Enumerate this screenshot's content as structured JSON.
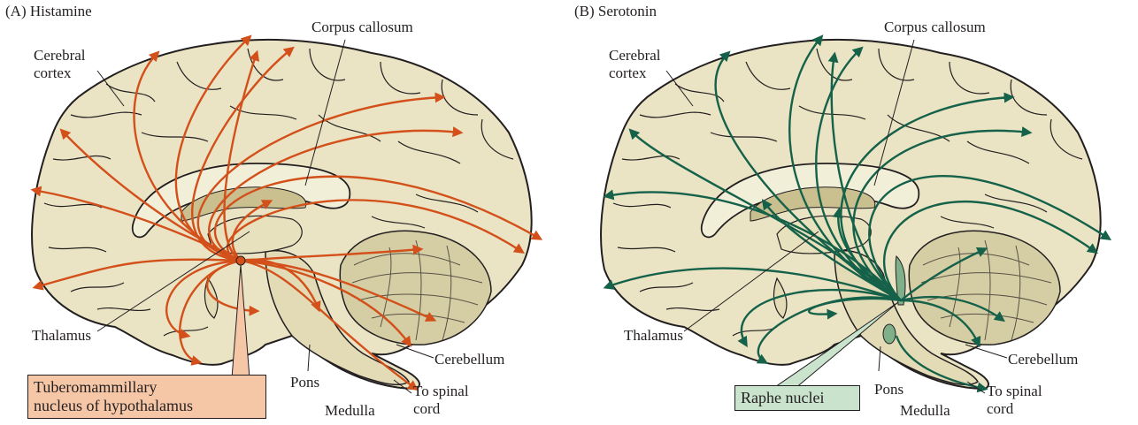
{
  "colors": {
    "brain_fill": "#eae4c4",
    "brain_shadow": "#d5cda3",
    "brain_line": "#231f20",
    "histamine": "#d3501b",
    "serotonin": "#156149",
    "histamine_box": "#f6c7a7",
    "serotonin_box": "#c9e3cd"
  },
  "panels": [
    {
      "id": "A",
      "title": "(A)  Histamine",
      "labels": {
        "corpus_callosum": "Corpus callosum",
        "cerebral_cortex_1": "Cerebral",
        "cerebral_cortex_2": "cortex",
        "thalamus": "Thalamus",
        "cerebellum": "Cerebellum",
        "pons": "Pons",
        "medulla": "Medulla",
        "to_spinal_1": "To spinal",
        "to_spinal_2": "cord"
      },
      "source_label_lines": [
        "Tuberomammillary",
        "nucleus of hypothalamus"
      ]
    },
    {
      "id": "B",
      "title": "(B)  Serotonin",
      "labels": {
        "corpus_callosum": "Corpus callosum",
        "cerebral_cortex_1": "Cerebral",
        "cerebral_cortex_2": "cortex",
        "thalamus": "Thalamus",
        "cerebellum": "Cerebellum",
        "pons": "Pons",
        "medulla": "Medulla",
        "to_spinal_1": "To spinal",
        "to_spinal_2": "cord"
      },
      "source_label_lines": [
        "Raphe nuclei"
      ]
    }
  ]
}
